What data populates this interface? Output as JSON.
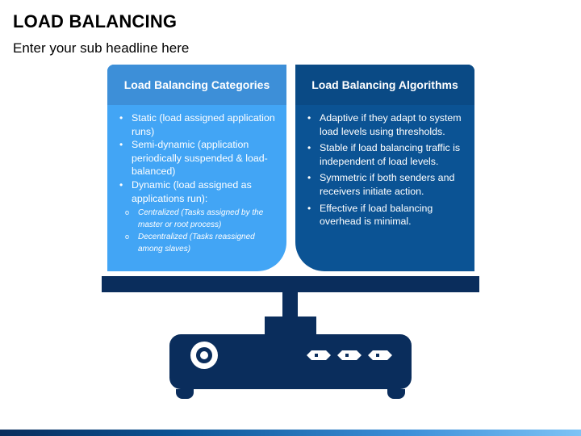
{
  "slide": {
    "title": "LOAD BALANCING",
    "subtitle": "Enter your sub headline here"
  },
  "cards": {
    "left": {
      "heading": "Load Balancing Categories",
      "items": [
        "Static (load assigned application runs)",
        "Semi-dynamic (application periodically suspended & load-balanced)",
        "Dynamic (load assigned as applications run):"
      ],
      "subitems": [
        "Centralized (Tasks assigned by the master or root process)",
        "Decentralized (Tasks reassigned among slaves)"
      ]
    },
    "right": {
      "heading": "Load Balancing Algorithms",
      "items": [
        "Adaptive if they adapt to system load levels using thresholds.",
        "Stable if load balancing traffic is independent of load levels.",
        "Symmetric if both senders and receivers initiate action.",
        "Effective if load balancing overhead is minimal."
      ]
    }
  },
  "colors": {
    "left_card": "#42a5f5",
    "right_card": "#0b5394",
    "stand": "#0a2d5c"
  },
  "icons": {
    "device_power": "power-button-icon",
    "device_ports": "port-slot-icon"
  }
}
